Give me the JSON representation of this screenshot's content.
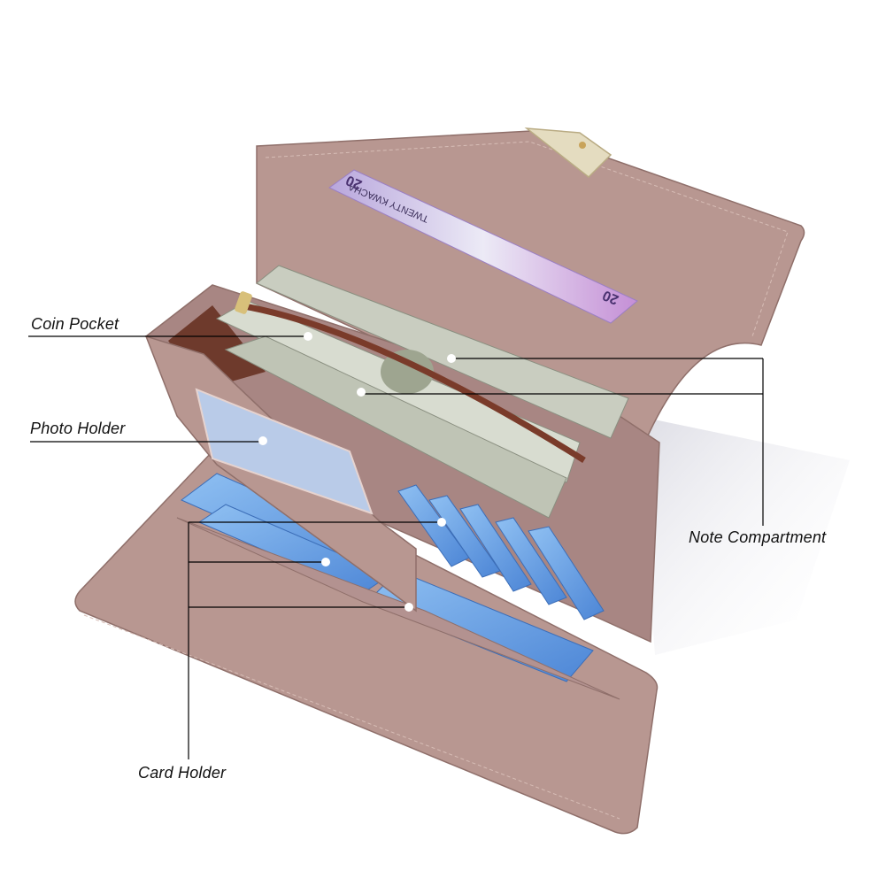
{
  "colors": {
    "leather": "#b89791",
    "leather_dark": "#9d7b77",
    "leather_light": "#c9aaa4",
    "lining": "#6e3a2c",
    "card_blue": "#6aa3e8",
    "banknote_green": "#cfd3c4",
    "kwacha_purple": "#c9a3e0",
    "clasp_gold": "#e4dcc0",
    "callout_line": "#000000",
    "callout_dot": "#ffffff"
  },
  "banknote": {
    "text": "TWENTY KWACHA",
    "denomination": "20"
  },
  "callouts": [
    {
      "id": "coin-pocket",
      "label": "Coin Pocket"
    },
    {
      "id": "photo-holder",
      "label": "Photo Holder"
    },
    {
      "id": "note-compartment",
      "label": "Note Compartment"
    },
    {
      "id": "card-holder",
      "label": "Card Holder"
    }
  ]
}
